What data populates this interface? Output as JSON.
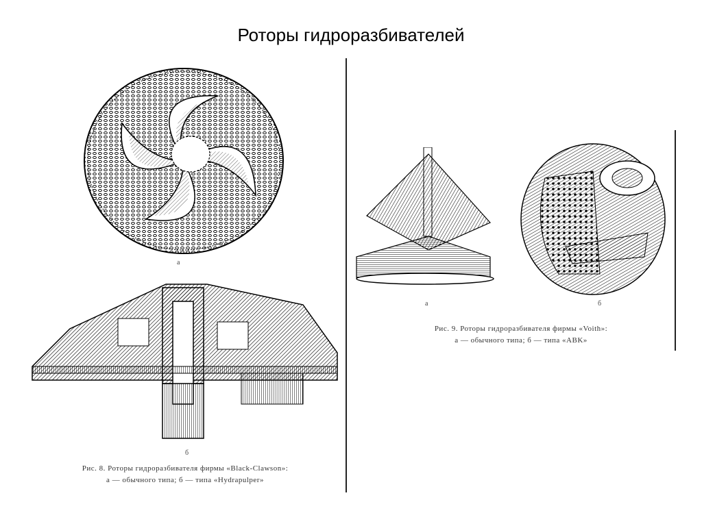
{
  "slide": {
    "title": "Роторы гидроразбивателей"
  },
  "left_figure": {
    "caption_line1": "Рис. 8. Роторы гидроразбивателя фирмы «Black-Clawson»:",
    "caption_line2": "а — обычного типа; б — типа «Hydrapulper»",
    "label_top": "а",
    "label_bottom": "б",
    "parts": [
      "perforated-rotor-disc-top-view",
      "rotor-cross-section"
    ]
  },
  "right_figure": {
    "caption_line1": "Рис. 9. Роторы гидроразбивателя фирмы «Voith»:",
    "caption_line2": "а — обычного типа; б — типа «ABK»",
    "label_left": "а",
    "label_right": "б",
    "parts": [
      "helical-screw-rotor",
      "perforated-rotor-with-housing"
    ]
  },
  "colors": {
    "background": "#ffffff",
    "ink": "#000000",
    "divider": "#222222"
  }
}
